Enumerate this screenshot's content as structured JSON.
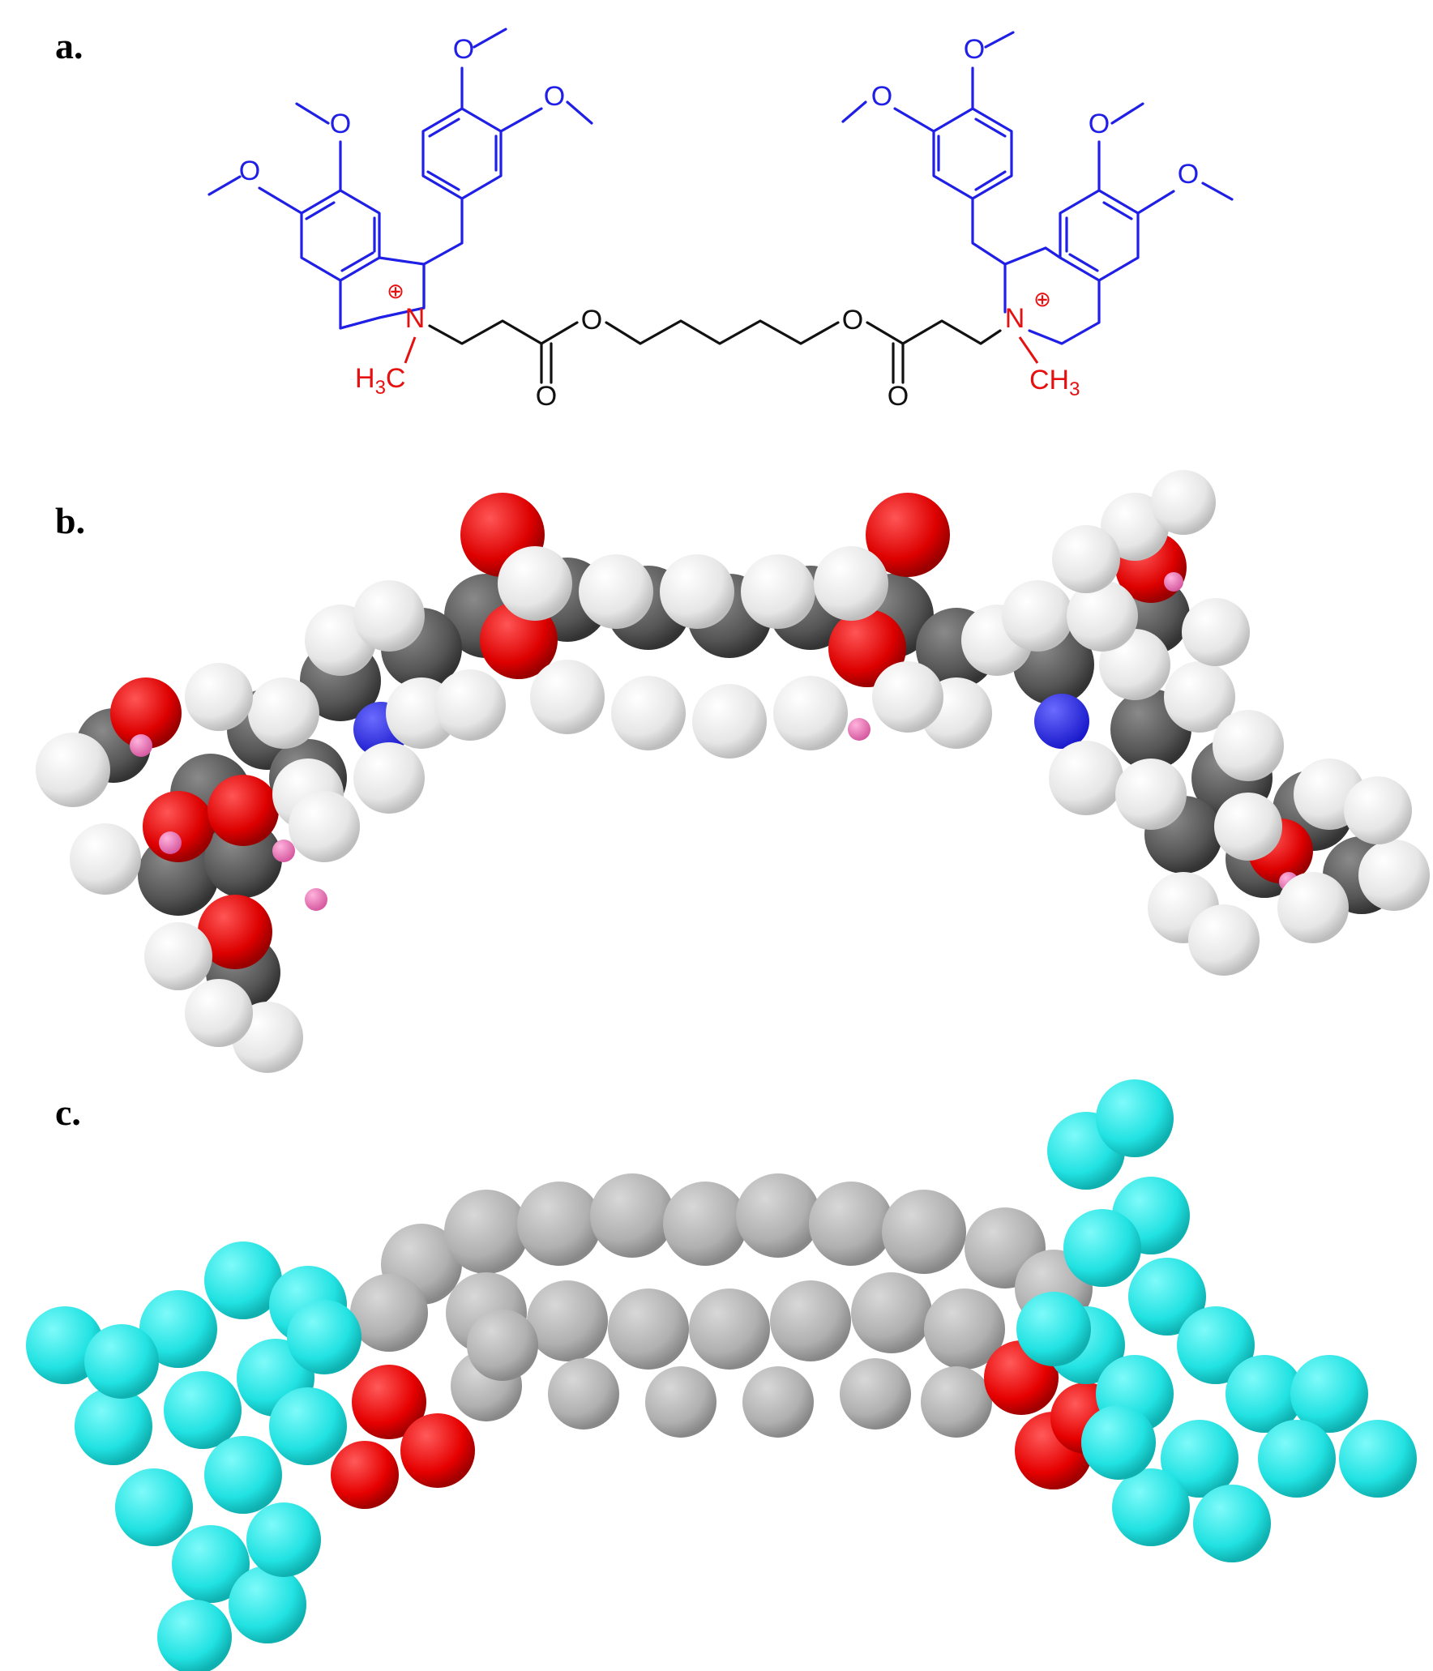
{
  "panels": {
    "a": {
      "label": "a."
    },
    "b": {
      "label": "b."
    },
    "c": {
      "label": "c."
    }
  },
  "structure": {
    "oxygen": "O",
    "nitrogen": "N",
    "methyl_left": {
      "main": "H",
      "sub": "3",
      "tail": "C"
    },
    "methyl_right": {
      "main": "CH",
      "sub": "3"
    },
    "charge_symbol": "⊕"
  },
  "colors": {
    "benzylisoquinoline": "#1f1fe6",
    "ammonium": "#e61010",
    "linker": "#111111",
    "atom_carbon": "#555555",
    "atom_hydrogen": "#eeeeee",
    "atom_oxygen": "#dd0000",
    "atom_nitrogen": "#2020ee",
    "atom_lone_pair": "#ee77bb",
    "region_aromatic": "#22e6e6",
    "region_ester": "#ee0000",
    "region_chain": "#b4b4b4"
  }
}
